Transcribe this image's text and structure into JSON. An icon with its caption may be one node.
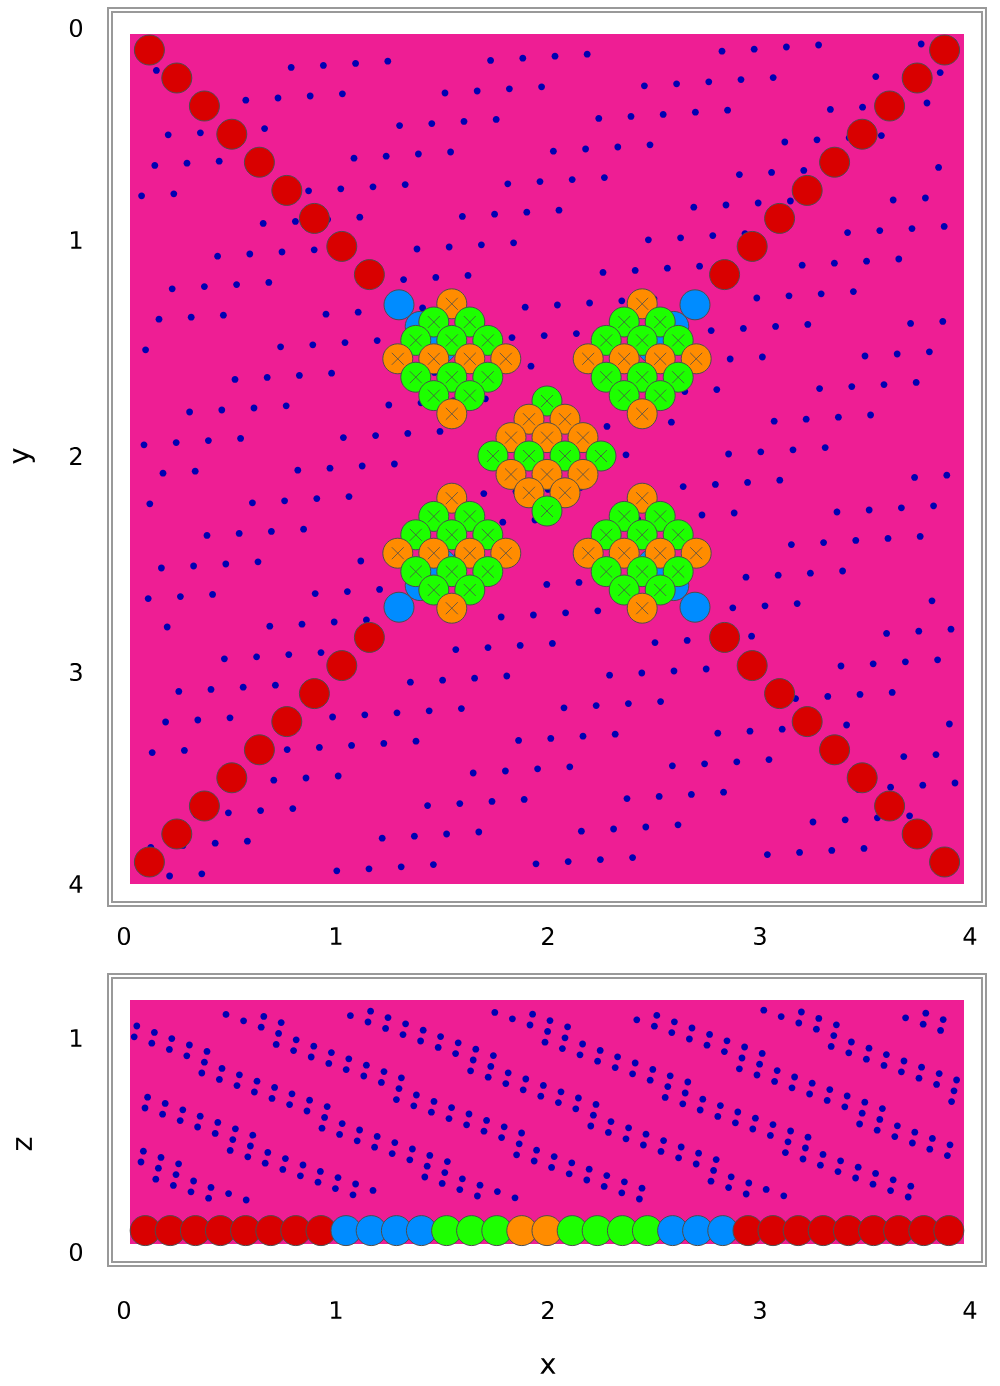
{
  "diagram": {
    "labels": [
      "0",
      "1",
      "y",
      "2",
      "3",
      "4",
      "0",
      "1",
      "2",
      "3",
      "4",
      "1",
      "z",
      "0",
      "0",
      "1",
      "2",
      "3",
      "4",
      "x"
    ]
  }
}
